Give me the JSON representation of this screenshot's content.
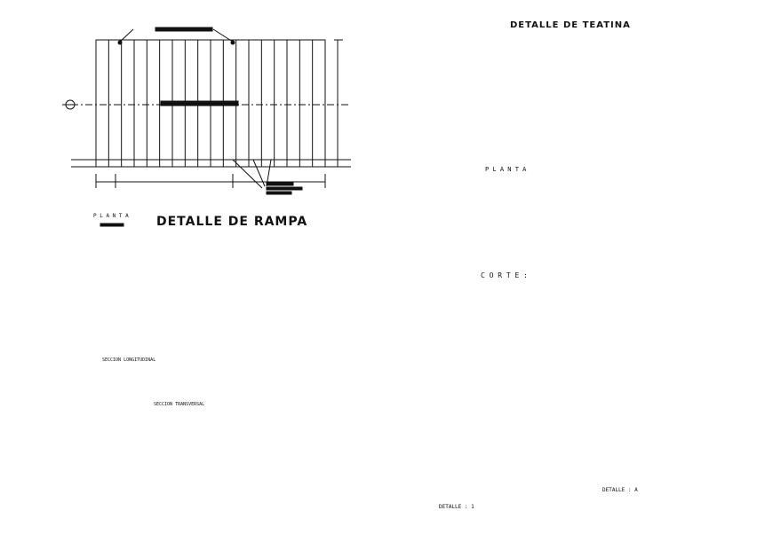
{
  "drawing": {
    "plan_label": "P L A N T A",
    "rampa_title": "DETALLE DE RAMPA",
    "seccion_longitudinal": "SECCION LONGITUDINAL",
    "seccion_transversal": "SECCION TRANSVERSAL",
    "teatina_title": "DETALLE DE TEATINA",
    "teatina_plan_label": "P L A N T A",
    "corte_label": "C O R T E :",
    "detalle_1": "DETALLE : 1",
    "detalle_a": "DETALLE : A"
  },
  "colors": {
    "ink": "#111111",
    "paper": "#ffffff"
  }
}
